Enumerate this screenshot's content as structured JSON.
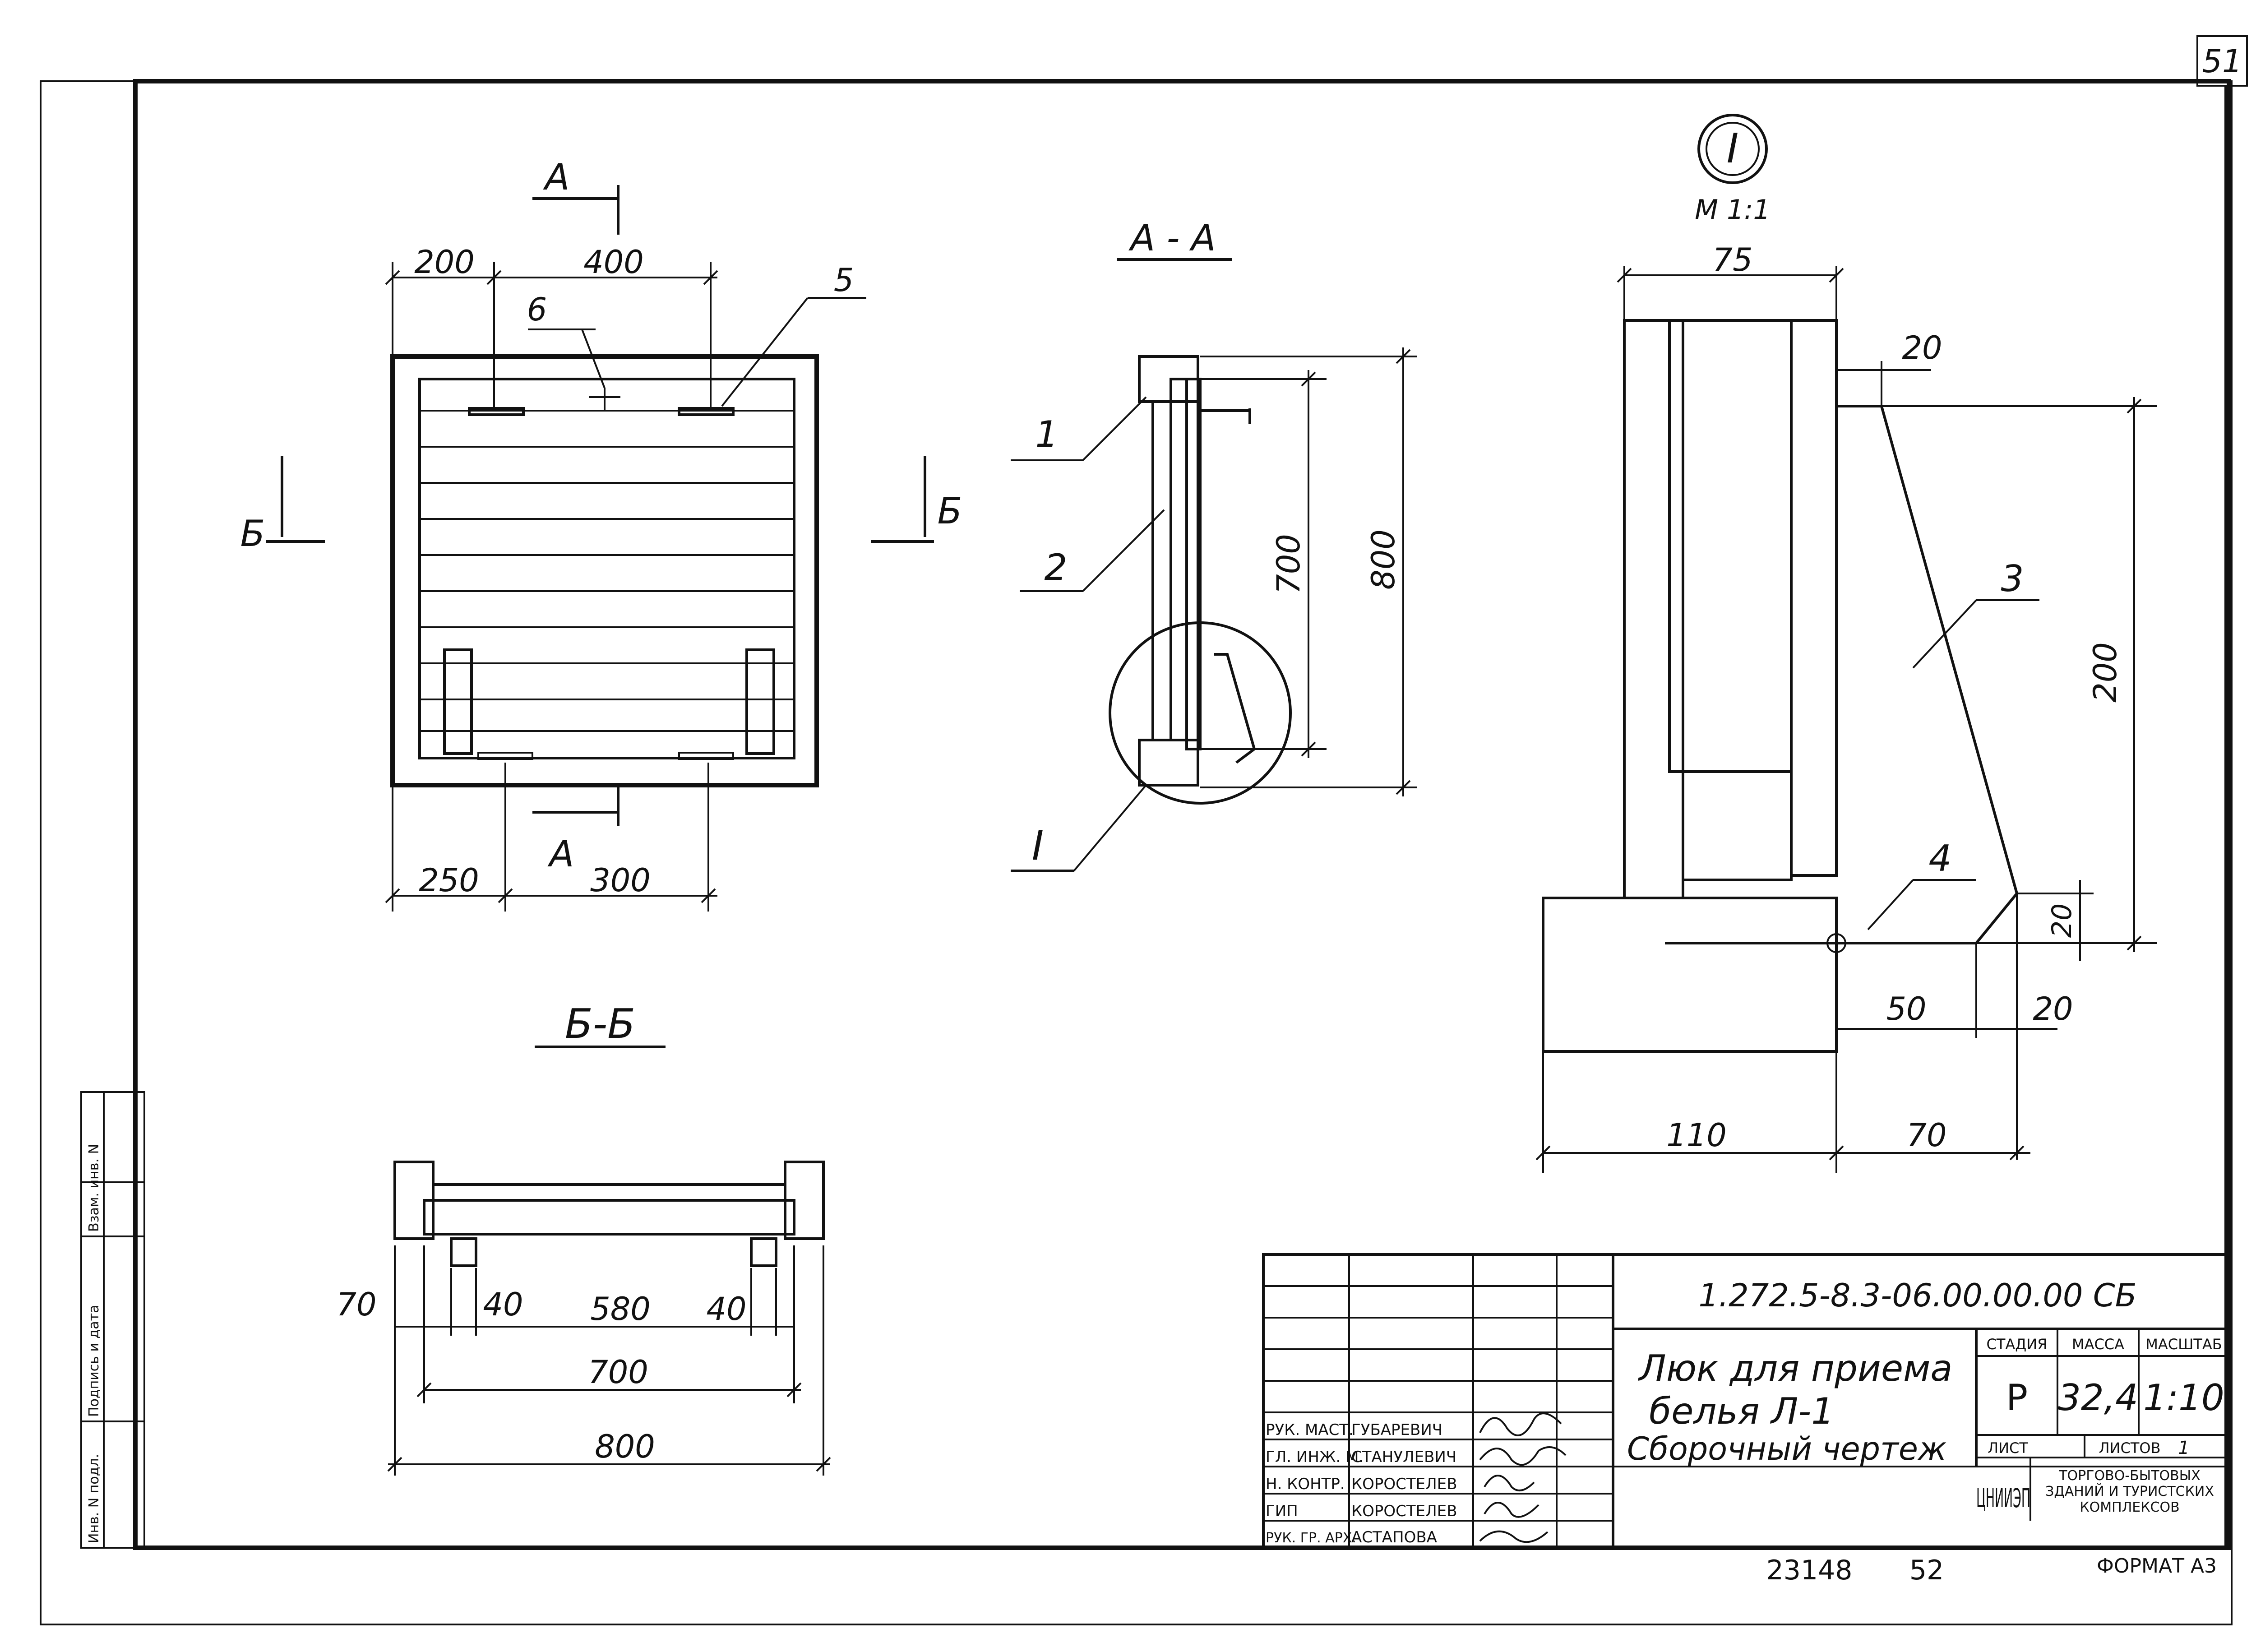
{
  "sheet": {
    "page_number": "51",
    "footer_left": "23148",
    "footer_mid": "52",
    "format": "ФОРМАТ А3"
  },
  "plan": {
    "top_dims": [
      "200",
      "400"
    ],
    "bottom_dims": [
      "250",
      "300"
    ],
    "section_a": "А",
    "section_b": "Б",
    "callouts": [
      "6",
      "5"
    ]
  },
  "section_aa": {
    "title": "А - А",
    "dims": [
      "700",
      "800"
    ],
    "callouts": [
      "1",
      "2",
      "I"
    ]
  },
  "section_bb": {
    "title": "Б-Б",
    "dims": [
      "70",
      "40",
      "580",
      "40",
      "700",
      "800"
    ]
  },
  "detail": {
    "marker": "I",
    "scale": "М 1:1",
    "dims": [
      "75",
      "20",
      "200",
      "20",
      "50",
      "20",
      "110",
      "70"
    ],
    "callouts": [
      "3",
      "4"
    ]
  },
  "side_stamp": [
    "Инв. N подл.",
    "Подпись и дата",
    "Взам. инв. N"
  ],
  "title_block": {
    "code": "1.272.5-8.3-06.00.00.00 СБ",
    "name_lines": [
      "Люк для приема",
      "белья Л-1",
      "Сборочный чертеж"
    ],
    "stage_label": "СТАДИЯ",
    "mass_label": "МАССА",
    "scale_label": "МАСШТАБ",
    "stage": "Р",
    "mass": "32,4",
    "scale": "1:10",
    "sheet_label": "ЛИСТ",
    "sheets_label": "ЛИСТОВ",
    "sheets": "1",
    "org": "ЦНИИЭП",
    "org_desc": [
      "ТОРГОВО-БЫТОВЫХ",
      "ЗДАНИЙ И ТУРИСТСКИХ",
      "КОМПЛЕКСОВ"
    ],
    "roles": [
      {
        "role": "РУК. МАСТ.",
        "name": "ГУБАРЕВИЧ"
      },
      {
        "role": "ГЛ. ИНЖ. М.",
        "name": "СТАНУЛЕВИЧ"
      },
      {
        "role": "Н. КОНТР.",
        "name": "КОРОСТЕЛЕВ"
      },
      {
        "role": "ГИП",
        "name": "КОРОСТЕЛЕВ"
      },
      {
        "role": "РУК. ГР. АРХ.",
        "name": "АСТАПОВА"
      }
    ]
  }
}
